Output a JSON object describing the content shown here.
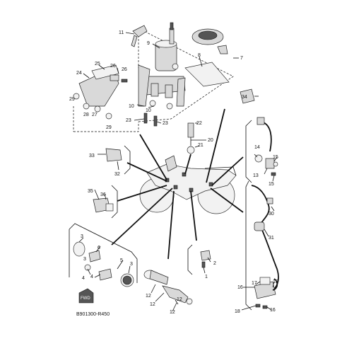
{
  "diagram_code": "B901300-R450",
  "callouts": [
    "1",
    "2",
    "3",
    "4",
    "5",
    "6",
    "7",
    "8",
    "9",
    "10",
    "11",
    "12",
    "13",
    "14",
    "15",
    "16",
    "17",
    "18",
    "19",
    "20",
    "21",
    "22",
    "23",
    "24",
    "25",
    "26",
    "27",
    "28",
    "29",
    "30",
    "31",
    "32",
    "33",
    "34",
    "35",
    "36"
  ],
  "fwd_arrow_label": "FWD"
}
